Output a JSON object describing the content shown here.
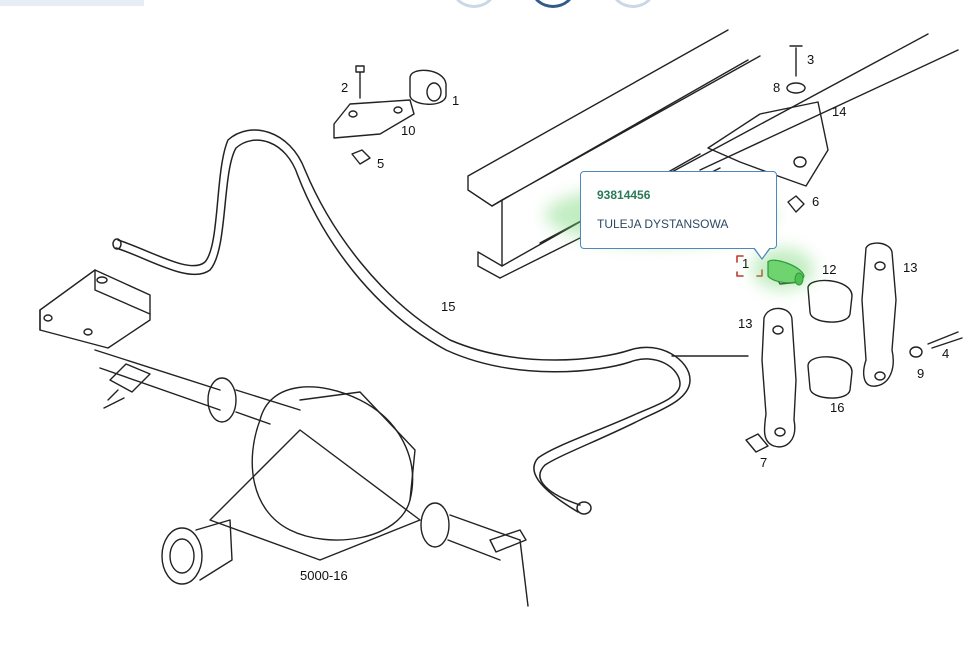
{
  "diagram": {
    "drawing_code": "5000-16",
    "callouts": [
      "1",
      "2",
      "10",
      "5",
      "3",
      "8",
      "14",
      "6",
      "15",
      "1",
      "12",
      "13",
      "13",
      "4",
      "9",
      "16",
      "7"
    ]
  },
  "tooltip": {
    "part_number": "93814456",
    "part_name": "TULEJA DYSTANSOWA",
    "highlight_color": "#6fd36f",
    "border_color": "#4f87bd"
  },
  "toolbar": {
    "buttons": [
      "previous-button",
      "home-button",
      "next-button"
    ]
  }
}
